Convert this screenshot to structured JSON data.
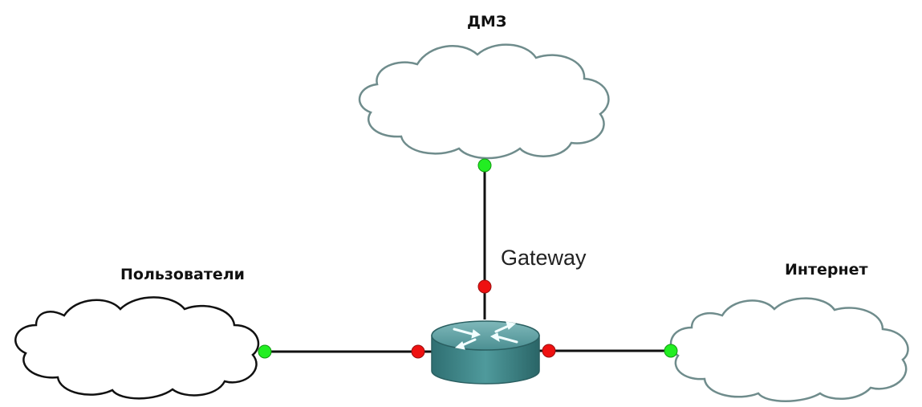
{
  "diagram": {
    "nodes": {
      "dmz": {
        "label": "ДМЗ",
        "kind": "cloud",
        "color": "#6f8c8c"
      },
      "users": {
        "label": "Пользователи",
        "kind": "cloud",
        "color": "#111111"
      },
      "internet": {
        "label": "Интернет",
        "kind": "cloud",
        "color": "#6f8c8c"
      },
      "gateway": {
        "label": "Gateway",
        "kind": "router",
        "icon": "router-icon",
        "color": "#3f8a8c"
      }
    },
    "links": [
      {
        "from": "dmz",
        "to": "gateway"
      },
      {
        "from": "users",
        "to": "gateway"
      },
      {
        "from": "gateway",
        "to": "internet"
      }
    ],
    "colors": {
      "port_up": "#22ee22",
      "port_down": "#ee1111",
      "link": "#111111"
    }
  }
}
